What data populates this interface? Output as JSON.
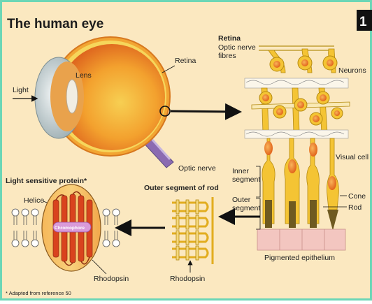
{
  "title": "The human eye",
  "figure_number": "1",
  "labels": {
    "retina_near_eye": "Retina",
    "lens": "Lens",
    "light": "Light",
    "optic_nerve": "Optic nerve",
    "retina_header": "Retina",
    "optic_fibres_line1": "Optic nerve",
    "optic_fibres_line2": "fibres",
    "neurons": "Neurons",
    "visual_cell": "Visual cell",
    "inner_segment_line1": "Inner",
    "inner_segment_line2": "segment",
    "outer_segment_line1": "Outer",
    "outer_segment_line2": "segment",
    "cone": "Cone",
    "rod": "Rod",
    "pigmented_epithelium": "Pigmented epithelium",
    "outer_segment_of_rod": "Outer segment of rod",
    "rhodopsin_rod": "Rhodopsin",
    "light_sensitive_protein": "Light sensitive protein*",
    "helice": "Helice",
    "chromophore": "Chromophore",
    "rhodopsin_protein": "Rhodopsin",
    "footnote": "* Adapted from reference 50"
  },
  "colors": {
    "frame": "#4fc3a1",
    "paper": "#fcebc4",
    "eye_orange": "#f29324",
    "retina_yellow": "#f1c21d",
    "cell_orange": "#f08a2a",
    "cell_yellow": "#f2c52b",
    "protein_red": "#d9431e",
    "nerve_purple": "#8b6bb1"
  }
}
